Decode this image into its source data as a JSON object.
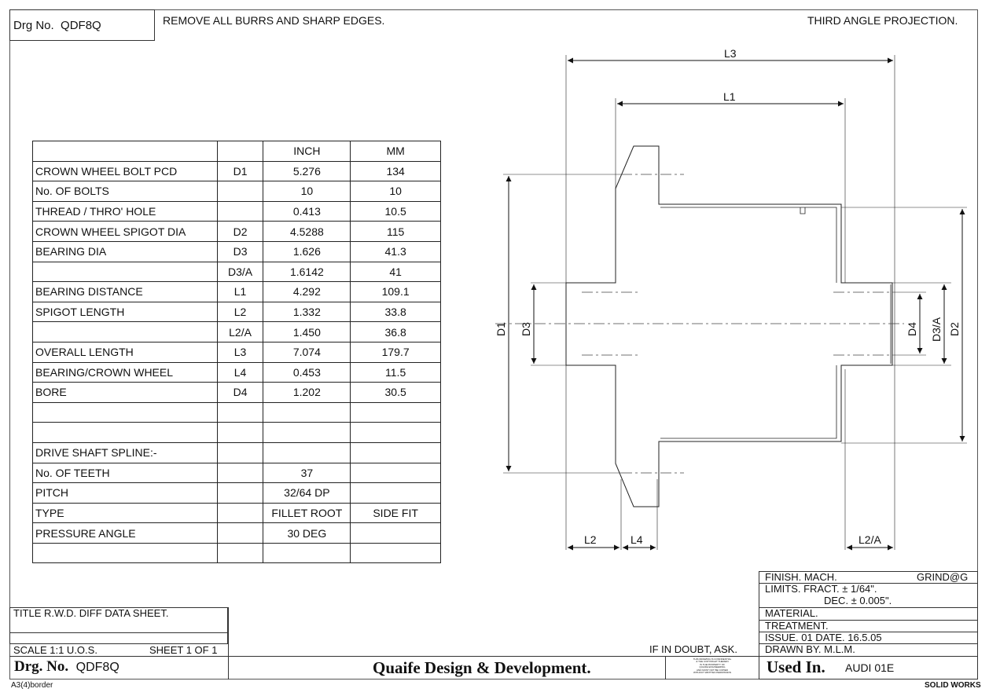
{
  "header": {
    "drg_no_label": "Drg No.",
    "drg_no": "QDF8Q",
    "note": "REMOVE ALL BURRS AND SHARP EDGES.",
    "projection": "THIRD ANGLE PROJECTION."
  },
  "table": {
    "col_inch": "INCH",
    "col_mm": "MM",
    "rows": [
      {
        "label": "CROWN WHEEL BOLT PCD",
        "sym": "D1",
        "inch": "5.276",
        "mm": "134"
      },
      {
        "label": "No. OF BOLTS",
        "sym": "",
        "inch": "10",
        "mm": "10"
      },
      {
        "label": "THREAD / THRO' HOLE",
        "sym": "",
        "inch": "0.413",
        "mm": "10.5"
      },
      {
        "label": "CROWN WHEEL SPIGOT DIA",
        "sym": "D2",
        "inch": "4.5288",
        "mm": "115"
      },
      {
        "label": "BEARING DIA",
        "sym": "D3",
        "inch": "1.626",
        "mm": "41.3"
      },
      {
        "label": "",
        "sym": "D3/A",
        "inch": "1.6142",
        "mm": "41"
      },
      {
        "label": "BEARING DISTANCE",
        "sym": "L1",
        "inch": "4.292",
        "mm": "109.1"
      },
      {
        "label": "SPIGOT LENGTH",
        "sym": "L2",
        "inch": "1.332",
        "mm": "33.8"
      },
      {
        "label": "",
        "sym": "L2/A",
        "inch": "1.450",
        "mm": "36.8"
      },
      {
        "label": "OVERALL LENGTH",
        "sym": "L3",
        "inch": "7.074",
        "mm": "179.7"
      },
      {
        "label": "BEARING/CROWN WHEEL",
        "sym": "L4",
        "inch": "0.453",
        "mm": "11.5"
      },
      {
        "label": "BORE",
        "sym": "D4",
        "inch": "1.202",
        "mm": "30.5"
      },
      {
        "label": "",
        "sym": "",
        "inch": "",
        "mm": ""
      },
      {
        "label": "",
        "sym": "",
        "inch": "",
        "mm": ""
      },
      {
        "label": "DRIVE SHAFT SPLINE:-",
        "sym": "",
        "inch": "",
        "mm": ""
      },
      {
        "label": "No. OF TEETH",
        "sym": "",
        "inch": "37",
        "mm": ""
      },
      {
        "label": "PITCH",
        "sym": "",
        "inch": "32/64 DP",
        "mm": ""
      },
      {
        "label": "TYPE",
        "sym": "",
        "inch": "FILLET ROOT",
        "mm": "SIDE FIT"
      },
      {
        "label": "PRESSURE ANGLE",
        "sym": "",
        "inch": "30 DEG",
        "mm": ""
      },
      {
        "label": "",
        "sym": "",
        "inch": "",
        "mm": ""
      }
    ]
  },
  "drawing": {
    "dims": {
      "L3": "L3",
      "L1": "L1",
      "L2": "L2",
      "L4": "L4",
      "L2A": "L2/A",
      "D1": "D1",
      "D3": "D3",
      "D4": "D4",
      "D3A": "D3/A",
      "D2": "D2"
    }
  },
  "title_block": {
    "title": "TITLE  R.W.D. DIFF DATA SHEET.",
    "scale": "SCALE 1:1 U.O.S.",
    "sheet": "SHEET 1 OF 1",
    "drg_no_label": "Drg. No.",
    "drg_no": "QDF8Q",
    "company": "Quaife Design & Development.",
    "if_in_doubt": "IF IN DOUBT, ASK.",
    "finish": "FINISH. MACH.",
    "finish_val": "GRIND@G",
    "limits": "LIMITS. FRACT. ± 1/64\".",
    "dec": "DEC. ± 0.005\".",
    "material": "MATERIAL.",
    "treatment": "TREATMENT.",
    "issue": "ISSUE. 01   DATE. 16.5.05",
    "drawn_by": "DRAWN BY. M.L.M.",
    "used_in_label": "Used In.",
    "used_in": "AUDI 01E",
    "copyright": [
      "THIS DRAWING IS CONFIDENTIAL",
      "& THE COPYRIGHT THEREIN",
      "IS THE PROPERTY OF",
      "QUAIFE ENGINEERING",
      "AND MUST NOT BE COPIED",
      "WITHOUT WRITTEN PERMISSION"
    ]
  },
  "footer": {
    "left": "A3(4)border",
    "right": "SOLID WORKS"
  }
}
